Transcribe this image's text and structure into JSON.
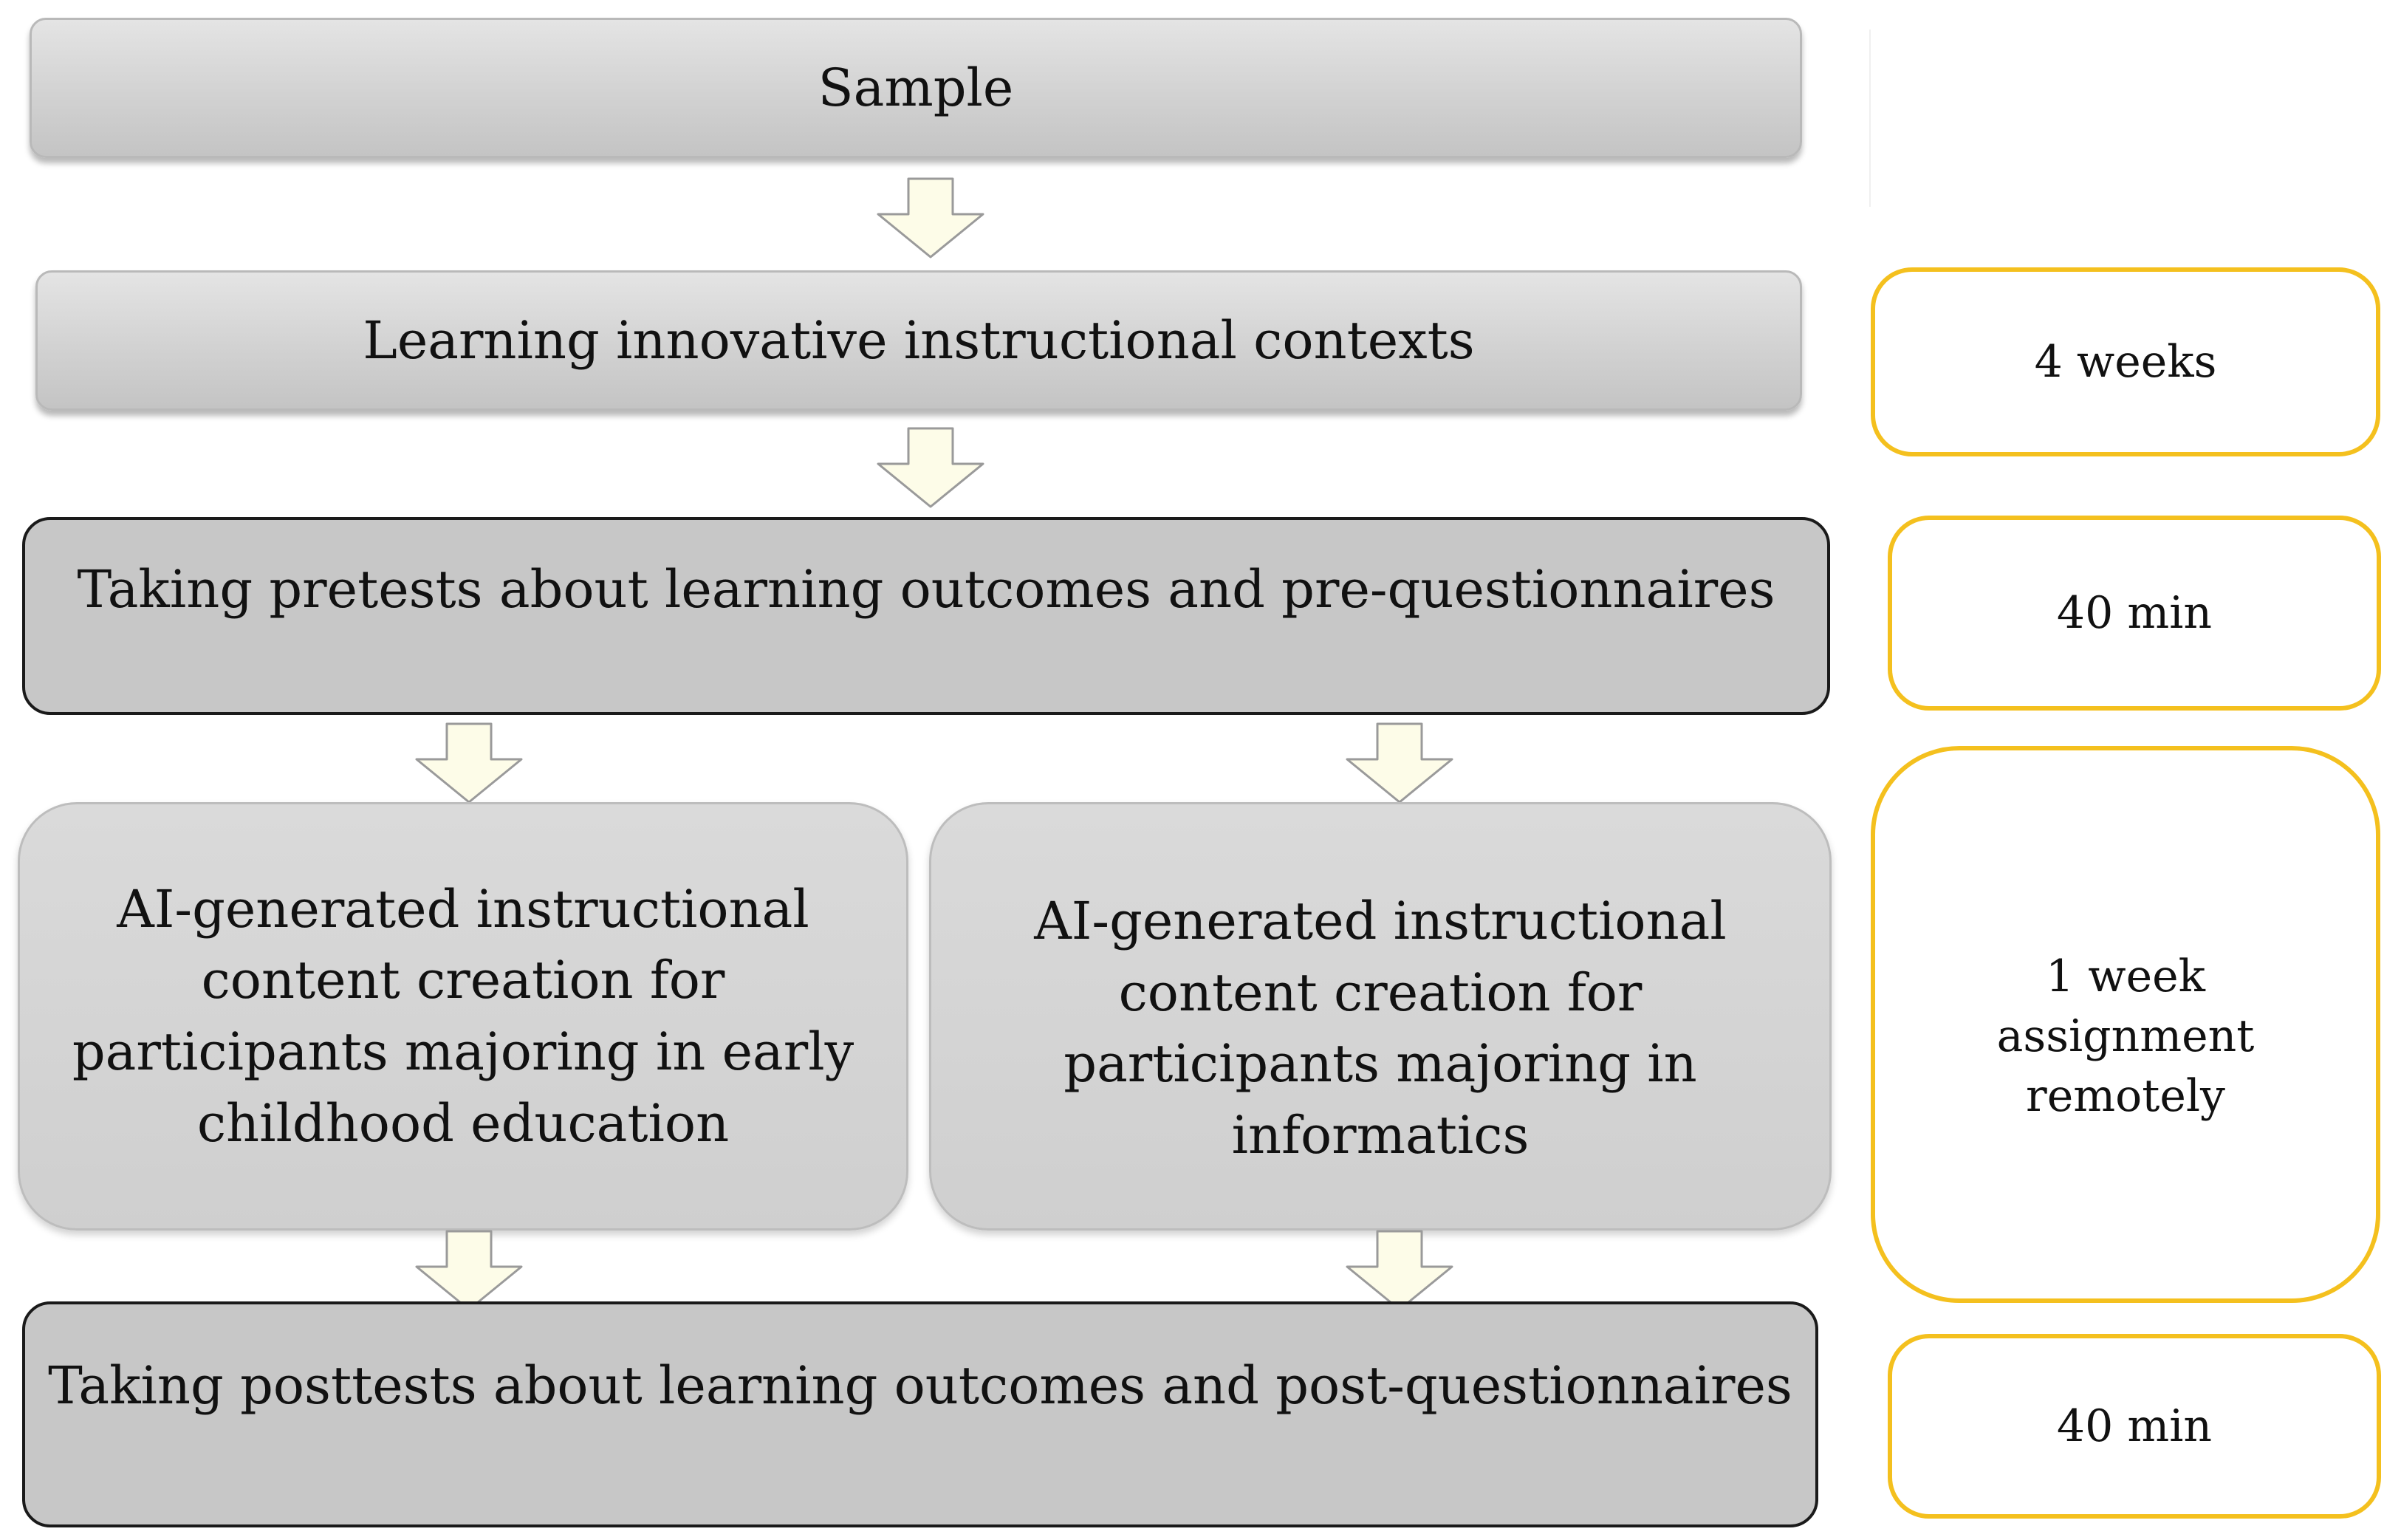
{
  "steps": {
    "sample": "Sample",
    "learning": "Learning innovative instructional contexts",
    "pretests": "Taking pretests about learning outcomes and pre-questionnaires",
    "ai_early": "AI-generated instructional content creation for participants majoring in early childhood education",
    "ai_informatics": "AI-generated instructional content creation for participants majoring in informatics",
    "posttests": "Taking posttests about learning outcomes and post-questionnaires"
  },
  "durations": {
    "learning": "4 weeks",
    "pretests": "40 min",
    "ai": "1 week assignment remotely",
    "posttests": "40 min"
  },
  "colors": {
    "side_border": "#f4c01e",
    "arrow_fill": "#fdfce8"
  }
}
